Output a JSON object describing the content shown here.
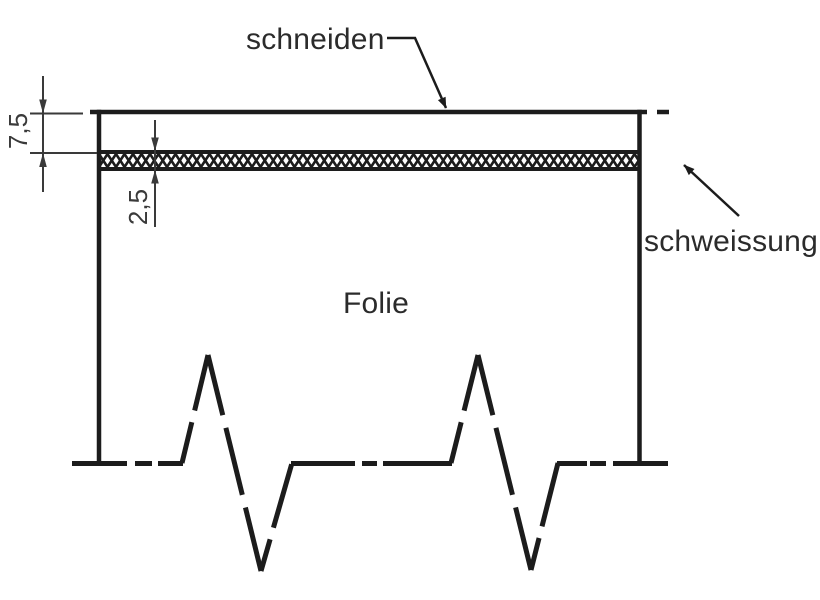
{
  "diagram": {
    "labels": {
      "cut": "schneiden",
      "weld": "schweissung",
      "foil": "Folie"
    },
    "dimensions": {
      "total_thickness": "7,5",
      "seam_thickness": "2,5"
    },
    "colors": {
      "line": "#1c1c1c",
      "label_text": "#2b2b2b",
      "dimension": "#3a3a3a",
      "background": "#ffffff"
    }
  }
}
